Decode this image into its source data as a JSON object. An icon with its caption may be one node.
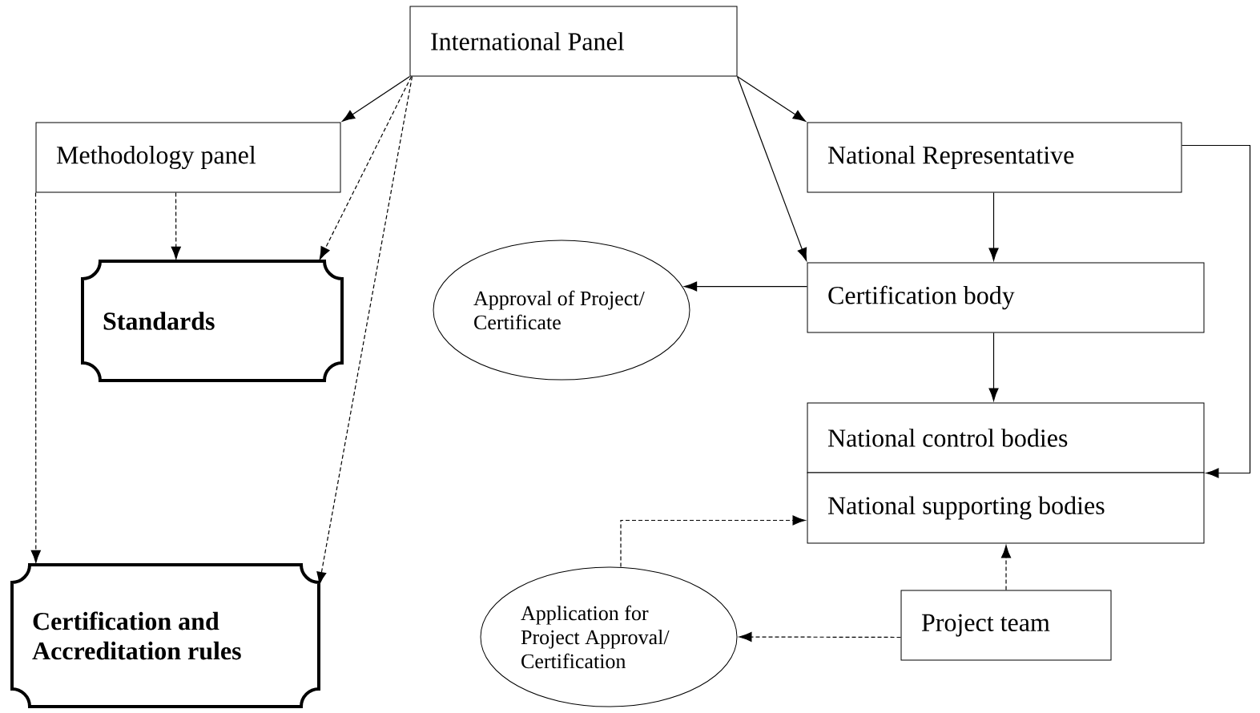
{
  "diagram": {
    "nodes": [
      {
        "text": [
          "International Panel"
        ]
      },
      {
        "text": [
          "Methodology panel"
        ]
      },
      {
        "text": [
          "National Representative"
        ]
      },
      {
        "text": [
          "Standards"
        ]
      },
      {
        "text": [
          "Approval of Project/ Certificate"
        ]
      },
      {
        "text": [
          "Certification body"
        ]
      },
      {
        "text": [
          "National control bodies"
        ]
      },
      {
        "text": [
          "National supporting bodies"
        ]
      },
      {
        "text": [
          "Certification and Accreditation rules"
        ]
      },
      {
        "text": [
          "Application for Project Approval/ Certification"
        ]
      },
      {
        "text": [
          "Project team"
        ]
      }
    ],
    "edges": [
      {
        "from": 0,
        "to": 1,
        "arrow": "to"
      },
      {
        "from": 0,
        "to": 3,
        "arrow": "to",
        "style": "dashed"
      },
      {
        "from": 0,
        "to": 8,
        "arrow": "to",
        "style": "dashed"
      },
      {
        "from": 0,
        "to": 2,
        "arrow": "to"
      },
      {
        "from": 0,
        "to": 5,
        "arrow": "to"
      },
      {
        "from": 1,
        "to": 3,
        "arrow": "to",
        "style": "dashed"
      },
      {
        "from": 1,
        "to": 8,
        "arrow": "to",
        "style": "dashed"
      },
      {
        "from": 2,
        "to": 5,
        "arrow": "to"
      },
      {
        "from": 2,
        "to": 6,
        "arrow": "to"
      },
      {
        "from": 5,
        "to": 4,
        "arrow": "to"
      },
      {
        "from": 5,
        "to": 6,
        "arrow": "to"
      },
      {
        "from": 10,
        "to": 7,
        "arrow": "to",
        "style": "dashed"
      },
      {
        "from": 10,
        "to": 9,
        "arrow": "to",
        "style": "dashed"
      },
      {
        "from": 9,
        "to": 7,
        "arrow": "to",
        "style": "dashed"
      }
    ]
  }
}
